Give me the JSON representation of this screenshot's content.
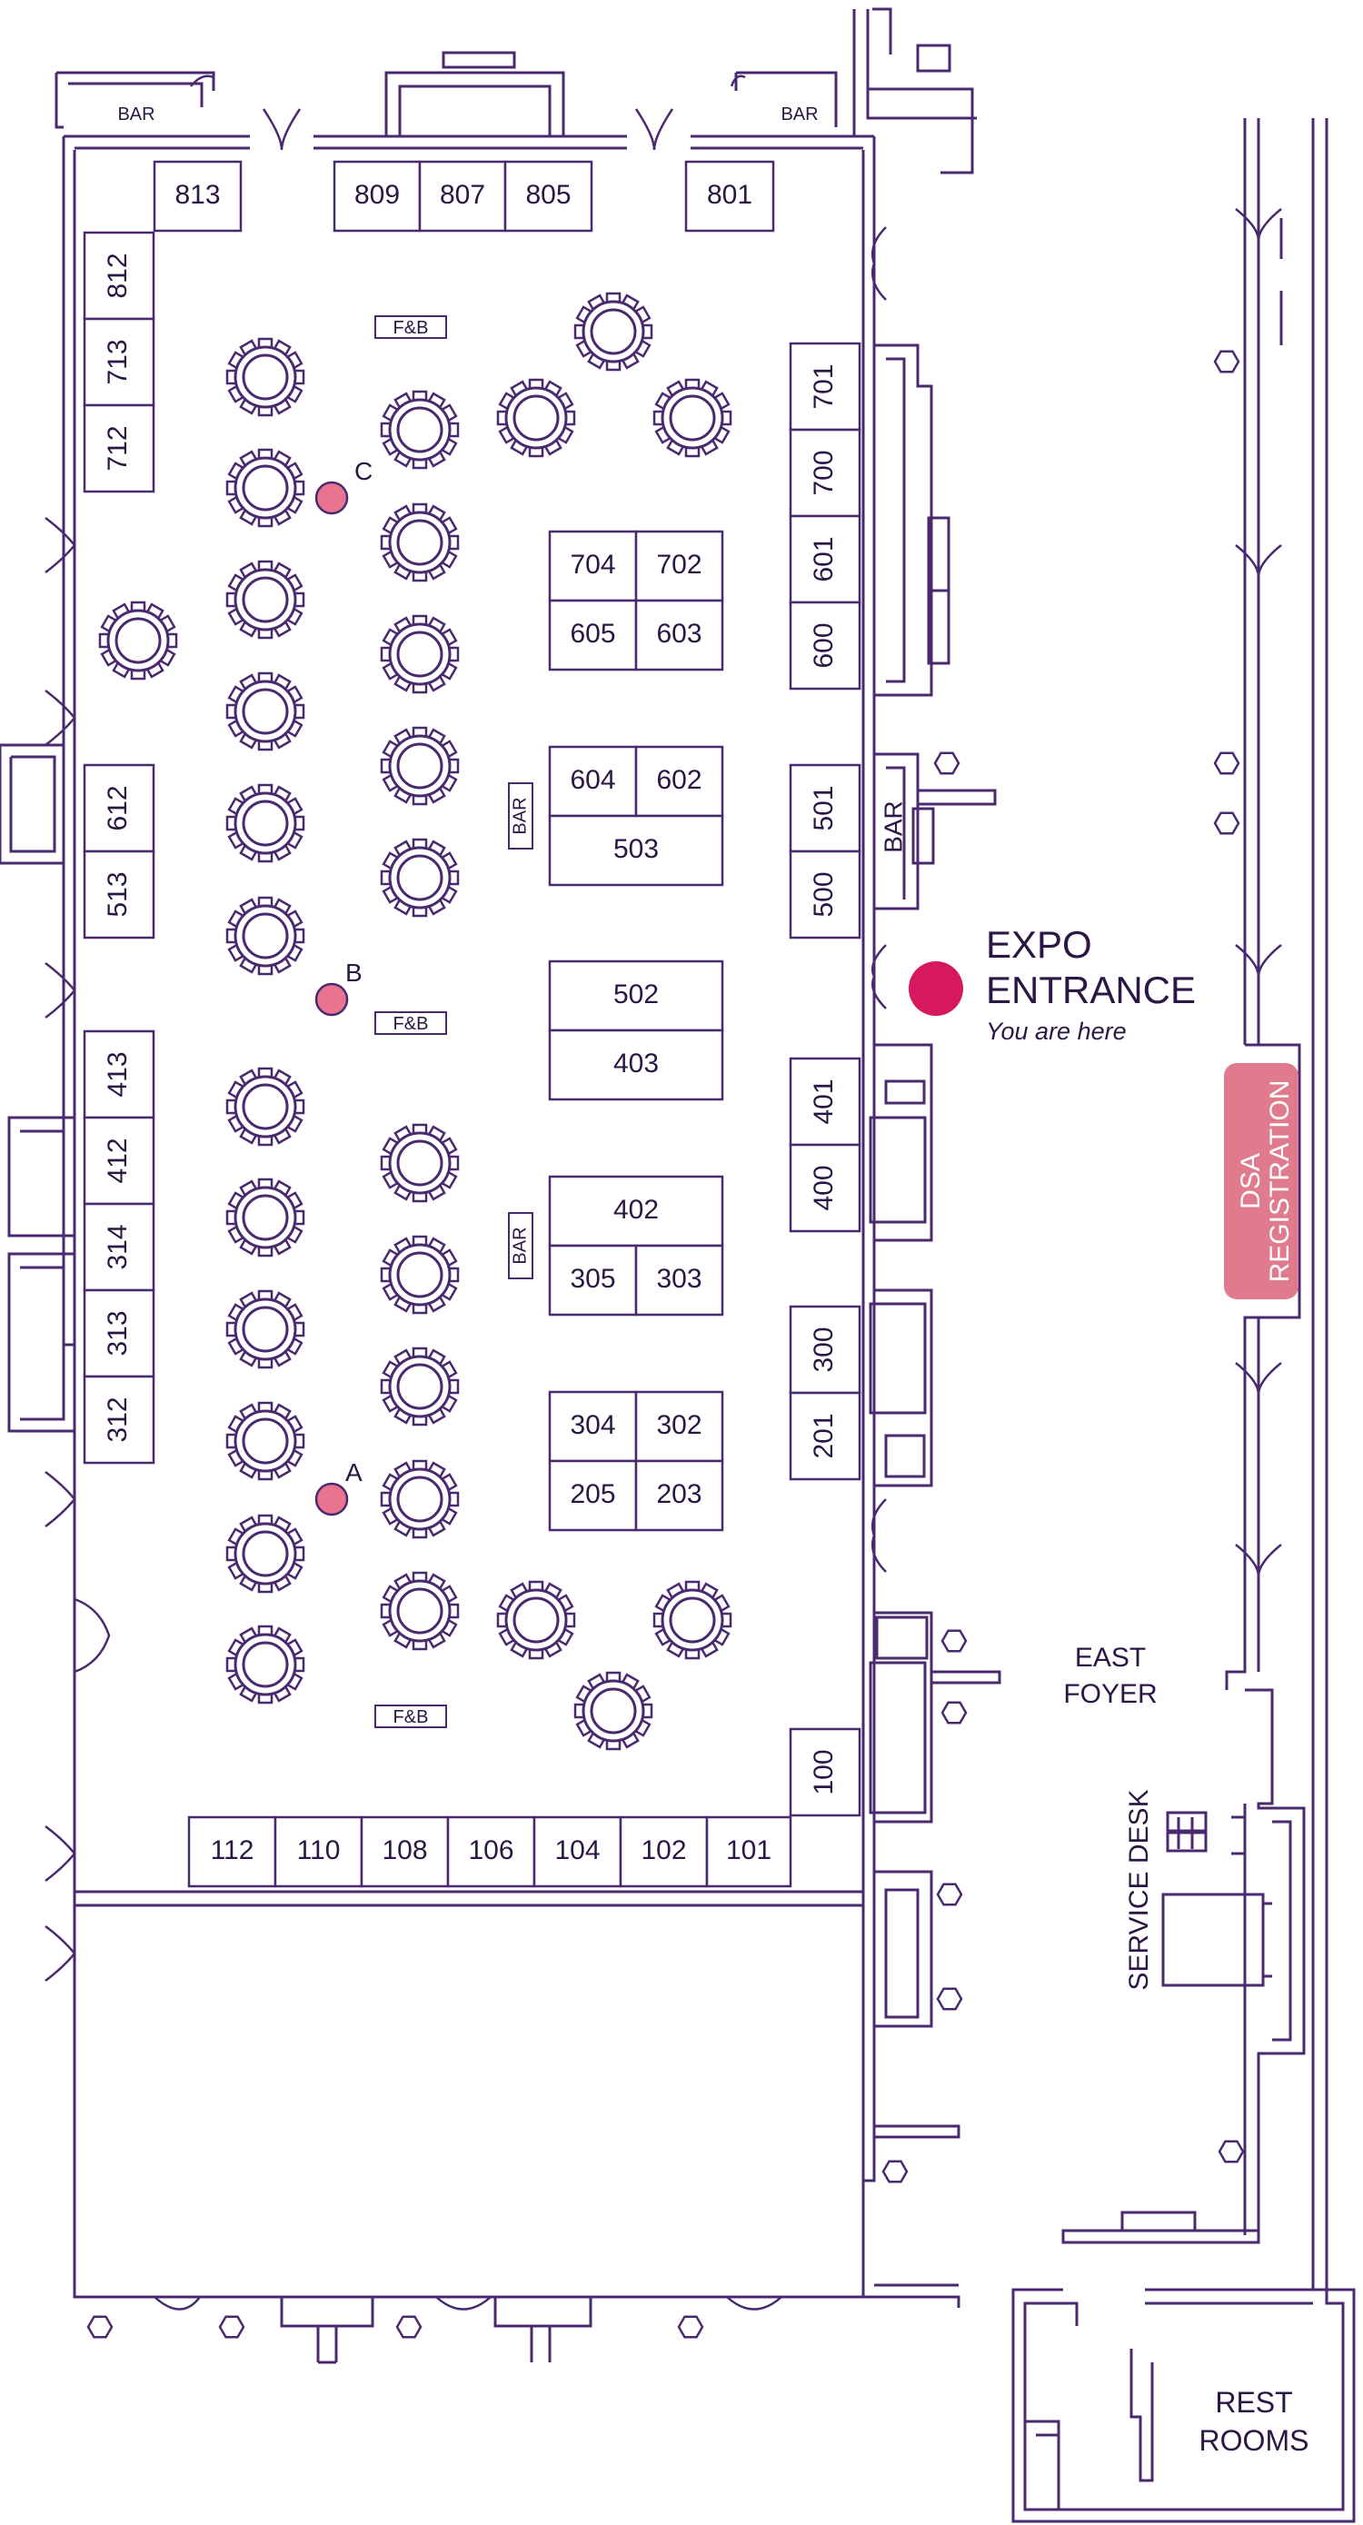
{
  "colors": {
    "line": "#4a2a6e",
    "text": "#2b1744",
    "marker": "#e8748f",
    "entrance": "#d6185f",
    "registration_fill": "#e07b8e",
    "registration_text": "#ffffff"
  },
  "booths": [
    "813",
    "809",
    "807",
    "805",
    "801",
    "812",
    "713",
    "712",
    "701",
    "700",
    "601",
    "600",
    "704",
    "702",
    "605",
    "603",
    "604",
    "602",
    "503",
    "612",
    "513",
    "501",
    "500",
    "502",
    "403",
    "413",
    "412",
    "314",
    "313",
    "312",
    "401",
    "400",
    "402",
    "305",
    "303",
    "300",
    "201",
    "304",
    "302",
    "205",
    "203",
    "100",
    "112",
    "110",
    "108",
    "106",
    "104",
    "102",
    "101"
  ],
  "bars": [
    "BAR",
    "BAR",
    "BAR",
    "BAR",
    "BAR"
  ],
  "fnb": [
    "F&B",
    "F&B",
    "F&B"
  ],
  "markers": [
    "C",
    "B",
    "A"
  ],
  "entrance": {
    "line1": "EXPO",
    "line2": "ENTRANCE",
    "sub": "You are here"
  },
  "registration": {
    "line1": "DSA",
    "line2": "REGISTRATION"
  },
  "east_foyer": {
    "line1": "EAST",
    "line2": "FOYER"
  },
  "service_desk": "SERVICE DESK",
  "restrooms": {
    "line1": "REST",
    "line2": "ROOMS"
  }
}
